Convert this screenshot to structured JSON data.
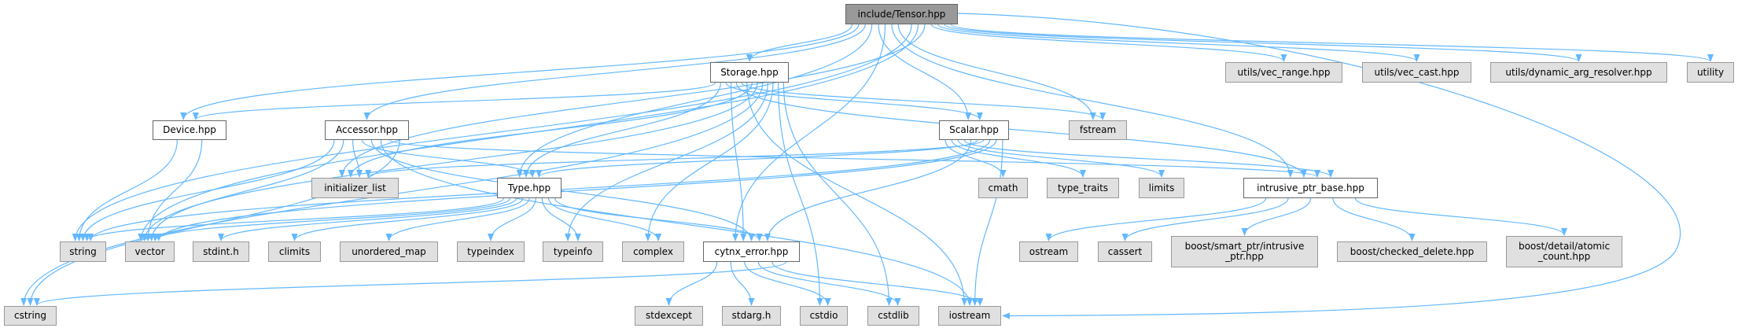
{
  "colors": {
    "edge": "#63b8ff",
    "root_fill": "#999999",
    "internal_fill": "#ffffff",
    "external_fill": "#e0e0e0"
  },
  "nodes": [
    {
      "id": "tensor",
      "label": "include/Tensor.hpp",
      "kind": "root"
    },
    {
      "id": "storage",
      "label": "Storage.hpp",
      "kind": "internal"
    },
    {
      "id": "vec_range",
      "label": "utils/vec_range.hpp",
      "kind": "external"
    },
    {
      "id": "vec_cast",
      "label": "utils/vec_cast.hpp",
      "kind": "external"
    },
    {
      "id": "dyn_arg",
      "label": "utils/dynamic_arg_resolver.hpp",
      "kind": "external"
    },
    {
      "id": "utility",
      "label": "utility",
      "kind": "external"
    },
    {
      "id": "device",
      "label": "Device.hpp",
      "kind": "internal"
    },
    {
      "id": "accessor",
      "label": "Accessor.hpp",
      "kind": "internal"
    },
    {
      "id": "scalar",
      "label": "Scalar.hpp",
      "kind": "internal"
    },
    {
      "id": "fstream",
      "label": "fstream",
      "kind": "external"
    },
    {
      "id": "init_list",
      "label": "initializer_list",
      "kind": "external"
    },
    {
      "id": "type",
      "label": "Type.hpp",
      "kind": "internal"
    },
    {
      "id": "cmath",
      "label": "cmath",
      "kind": "external"
    },
    {
      "id": "type_traits",
      "label": "type_traits",
      "kind": "external"
    },
    {
      "id": "limits",
      "label": "limits",
      "kind": "external"
    },
    {
      "id": "intrusive",
      "label": "intrusive_ptr_base.hpp",
      "kind": "internal"
    },
    {
      "id": "string",
      "label": "string",
      "kind": "external"
    },
    {
      "id": "vector",
      "label": "vector",
      "kind": "external"
    },
    {
      "id": "stdint",
      "label": "stdint.h",
      "kind": "external"
    },
    {
      "id": "climits",
      "label": "climits",
      "kind": "external"
    },
    {
      "id": "unordered_map",
      "label": "unordered_map",
      "kind": "external"
    },
    {
      "id": "typeindex",
      "label": "typeindex",
      "kind": "external"
    },
    {
      "id": "typeinfo",
      "label": "typeinfo",
      "kind": "external"
    },
    {
      "id": "complex",
      "label": "complex",
      "kind": "external"
    },
    {
      "id": "cytnx_error",
      "label": "cytnx_error.hpp",
      "kind": "internal"
    },
    {
      "id": "ostream",
      "label": "ostream",
      "kind": "external"
    },
    {
      "id": "cassert",
      "label": "cassert",
      "kind": "external"
    },
    {
      "id": "boost_intrusive",
      "label": "boost/smart_ptr/intrusive\n_ptr.hpp",
      "kind": "external"
    },
    {
      "id": "checked_delete",
      "label": "boost/checked_delete.hpp",
      "kind": "external"
    },
    {
      "id": "atomic_count",
      "label": "boost/detail/atomic\n_count.hpp",
      "kind": "external"
    },
    {
      "id": "cstring",
      "label": "cstring",
      "kind": "external"
    },
    {
      "id": "stdexcept",
      "label": "stdexcept",
      "kind": "external"
    },
    {
      "id": "stdarg",
      "label": "stdarg.h",
      "kind": "external"
    },
    {
      "id": "cstdio",
      "label": "cstdio",
      "kind": "external"
    },
    {
      "id": "cstdlib",
      "label": "cstdlib",
      "kind": "external"
    },
    {
      "id": "iostream",
      "label": "iostream",
      "kind": "external"
    }
  ],
  "edges": [
    [
      "tensor",
      "storage"
    ],
    [
      "tensor",
      "device"
    ],
    [
      "tensor",
      "accessor"
    ],
    [
      "tensor",
      "type"
    ],
    [
      "tensor",
      "scalar"
    ],
    [
      "tensor",
      "cytnx_error"
    ],
    [
      "tensor",
      "intrusive"
    ],
    [
      "tensor",
      "fstream"
    ],
    [
      "tensor",
      "iostream"
    ],
    [
      "tensor",
      "string"
    ],
    [
      "tensor",
      "vector"
    ],
    [
      "tensor",
      "init_list"
    ],
    [
      "tensor",
      "vec_range"
    ],
    [
      "tensor",
      "vec_cast"
    ],
    [
      "tensor",
      "dyn_arg"
    ],
    [
      "tensor",
      "utility"
    ],
    [
      "storage",
      "device"
    ],
    [
      "storage",
      "type"
    ],
    [
      "storage",
      "scalar"
    ],
    [
      "storage",
      "cytnx_error"
    ],
    [
      "storage",
      "intrusive"
    ],
    [
      "storage",
      "fstream"
    ],
    [
      "storage",
      "iostream"
    ],
    [
      "storage",
      "init_list"
    ],
    [
      "storage",
      "vector"
    ],
    [
      "storage",
      "cstring"
    ],
    [
      "storage",
      "typeinfo"
    ],
    [
      "storage",
      "complex"
    ],
    [
      "storage",
      "cstdio"
    ],
    [
      "storage",
      "cstdlib"
    ],
    [
      "device",
      "string"
    ],
    [
      "device",
      "vector"
    ],
    [
      "accessor",
      "string"
    ],
    [
      "accessor",
      "vector"
    ],
    [
      "accessor",
      "init_list"
    ],
    [
      "accessor",
      "type"
    ],
    [
      "accessor",
      "cytnx_error"
    ],
    [
      "accessor",
      "iostream"
    ],
    [
      "accessor",
      "intrusive"
    ],
    [
      "accessor",
      "cstring"
    ],
    [
      "type",
      "string"
    ],
    [
      "type",
      "vector"
    ],
    [
      "type",
      "stdint"
    ],
    [
      "type",
      "climits"
    ],
    [
      "type",
      "unordered_map"
    ],
    [
      "type",
      "typeindex"
    ],
    [
      "type",
      "typeinfo"
    ],
    [
      "type",
      "complex"
    ],
    [
      "type",
      "cytnx_error"
    ],
    [
      "scalar",
      "cmath"
    ],
    [
      "scalar",
      "type_traits"
    ],
    [
      "scalar",
      "limits"
    ],
    [
      "scalar",
      "intrusive"
    ],
    [
      "scalar",
      "cytnx_error"
    ],
    [
      "scalar",
      "type"
    ],
    [
      "scalar",
      "init_list"
    ],
    [
      "scalar",
      "string"
    ],
    [
      "scalar",
      "vector"
    ],
    [
      "scalar",
      "iostream"
    ],
    [
      "cytnx_error",
      "stdexcept"
    ],
    [
      "cytnx_error",
      "stdarg"
    ],
    [
      "cytnx_error",
      "cstdio"
    ],
    [
      "cytnx_error",
      "cstdlib"
    ],
    [
      "cytnx_error",
      "iostream"
    ],
    [
      "cytnx_error",
      "cstring"
    ],
    [
      "intrusive",
      "ostream"
    ],
    [
      "intrusive",
      "cassert"
    ],
    [
      "intrusive",
      "boost_intrusive"
    ],
    [
      "intrusive",
      "checked_delete"
    ],
    [
      "intrusive",
      "atomic_count"
    ]
  ]
}
